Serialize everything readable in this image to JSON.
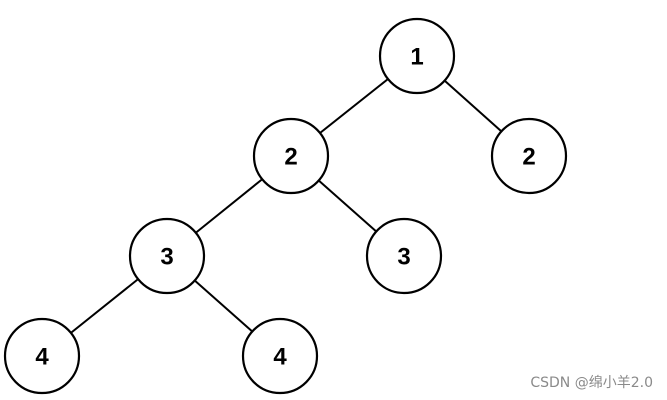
{
  "diagram": {
    "type": "binary-tree",
    "nodes": [
      {
        "id": "n1",
        "label": "1"
      },
      {
        "id": "n2",
        "label": "2"
      },
      {
        "id": "n3",
        "label": "2"
      },
      {
        "id": "n4",
        "label": "3"
      },
      {
        "id": "n5",
        "label": "3"
      },
      {
        "id": "n6",
        "label": "4"
      },
      {
        "id": "n7",
        "label": "4"
      }
    ],
    "edges": [
      {
        "from": "n1",
        "to": "n2"
      },
      {
        "from": "n1",
        "to": "n3"
      },
      {
        "from": "n2",
        "to": "n4"
      },
      {
        "from": "n2",
        "to": "n5"
      },
      {
        "from": "n4",
        "to": "n6"
      },
      {
        "from": "n4",
        "to": "n7"
      }
    ]
  },
  "watermark": {
    "text": "CSDN @绵小羊2.0"
  },
  "colors": {
    "stroke": "#000000",
    "fill": "#ffffff",
    "watermark": "#8a8a8a"
  }
}
